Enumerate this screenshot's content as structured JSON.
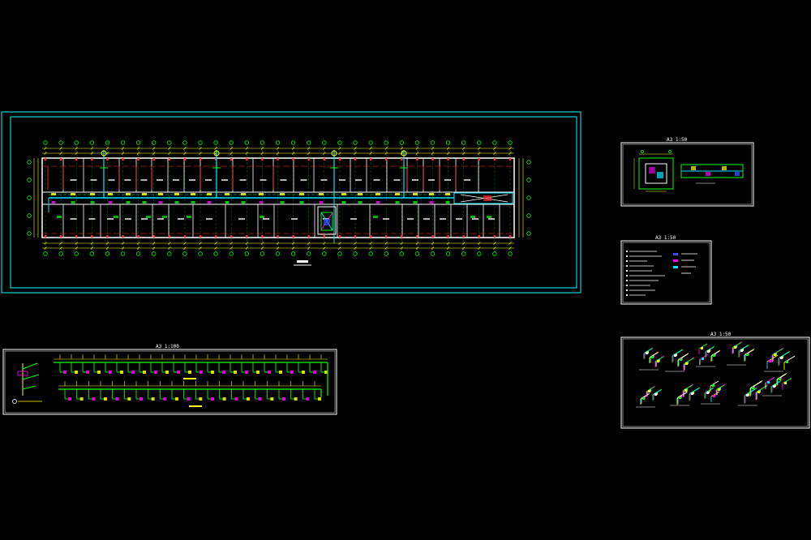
{
  "colors": {
    "background": "#000000",
    "frame": "#00ffff",
    "sheet_border": "#ffffff",
    "wall": "#ffffff",
    "grid_axis": "#00ff00",
    "dimension": "#ffff00",
    "column": "#ff3030",
    "pipe": "#00e5ff",
    "fixture": "#ffff00",
    "accent": "#ff00ff",
    "blue": "#3050ff"
  },
  "icons": {
    "axis_bubble": "axis-bubble-icon",
    "fixture": "fixture-icon"
  },
  "sheets": {
    "detail_top_title": "A3  1:50",
    "detail_mid_title": "A3  1:50",
    "detail_bottom_title": "A3  1:50",
    "system_title": "A3  1:100"
  }
}
